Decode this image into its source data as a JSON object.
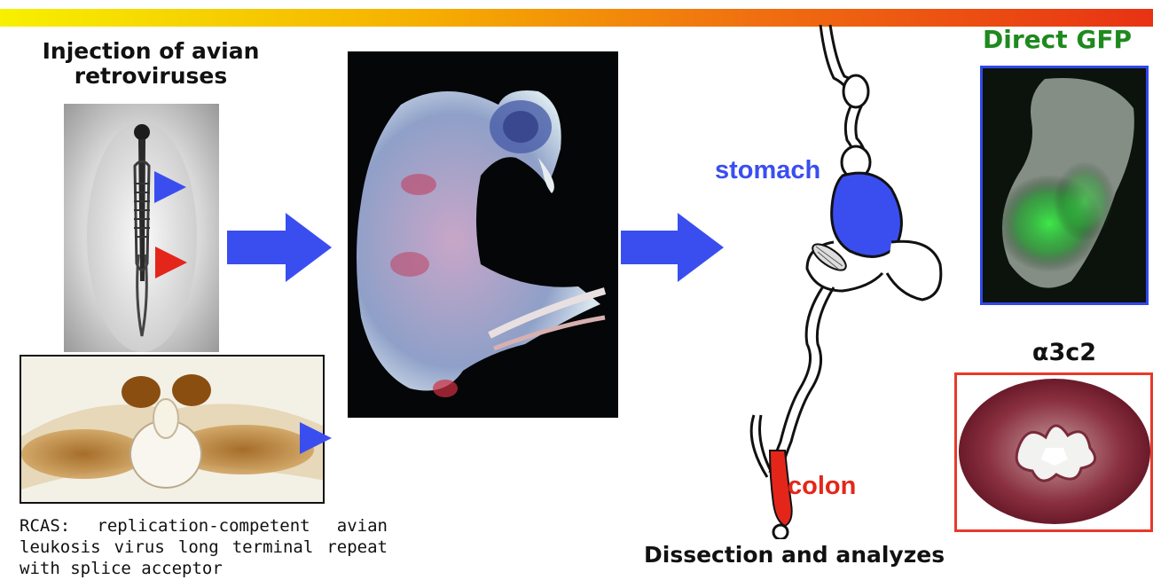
{
  "injection": {
    "title": "Injection of avian retroviruses"
  },
  "caption": {
    "text": "RCAS: replication-competent avian leukosis virus long terminal repeat with splice acceptor"
  },
  "gut_diagram": {
    "stomach_label": "stomach",
    "colon_label": "colon",
    "footer_title": "Dissection and analyzes",
    "stomach_color": "#3a4ef0",
    "colon_color": "#e4261a"
  },
  "gfp_panel": {
    "title": "Direct GFP",
    "title_color": "#1e8a1e",
    "border_color": "#3048e8"
  },
  "a3c2_panel": {
    "title": "α3c2",
    "border_color": "#e83a2a"
  },
  "arrows": {
    "color": "#3a4ef0"
  },
  "markers": {
    "blue": "#3a4ef0",
    "red": "#e4261a"
  }
}
